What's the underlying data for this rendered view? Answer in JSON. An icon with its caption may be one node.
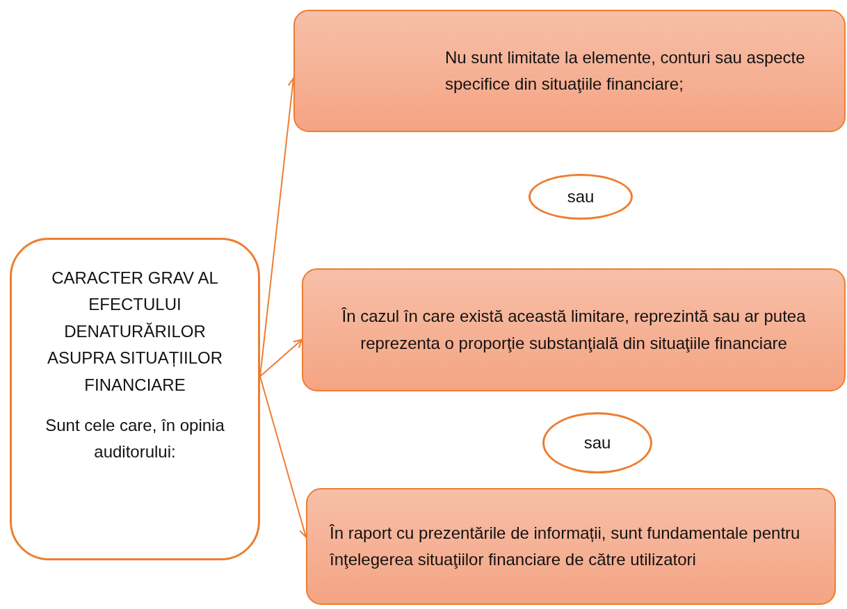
{
  "diagram": {
    "nodes": [
      {
        "text": [
          "CARACTER GRAV AL EFECTULUI DENATURĂRILOR ASUPRA SITUAȚIILOR FINANCIARE",
          "Sunt cele care, în opinia auditorului:"
        ]
      },
      {
        "text": [
          "Nu sunt limitate la elemente, conturi sau aspecte specifice din situaţiile financiare;"
        ]
      },
      {
        "text": [
          "sau"
        ]
      },
      {
        "text": [
          "În cazul în care există această limitare, reprezintă sau ar putea reprezenta o proporţie substanţială din situaţiile financiare"
        ]
      },
      {
        "text": [
          "sau"
        ]
      },
      {
        "text": [
          "În raport cu prezentările de informații, sunt fundamentale pentru înţelegerea situaţiilor financiare de către utilizatori"
        ]
      }
    ],
    "edges": [
      {
        "from": 0,
        "to": 1,
        "arrow": "to"
      },
      {
        "from": 0,
        "to": 3,
        "arrow": "to"
      },
      {
        "from": 0,
        "to": 5,
        "arrow": "to"
      }
    ]
  }
}
